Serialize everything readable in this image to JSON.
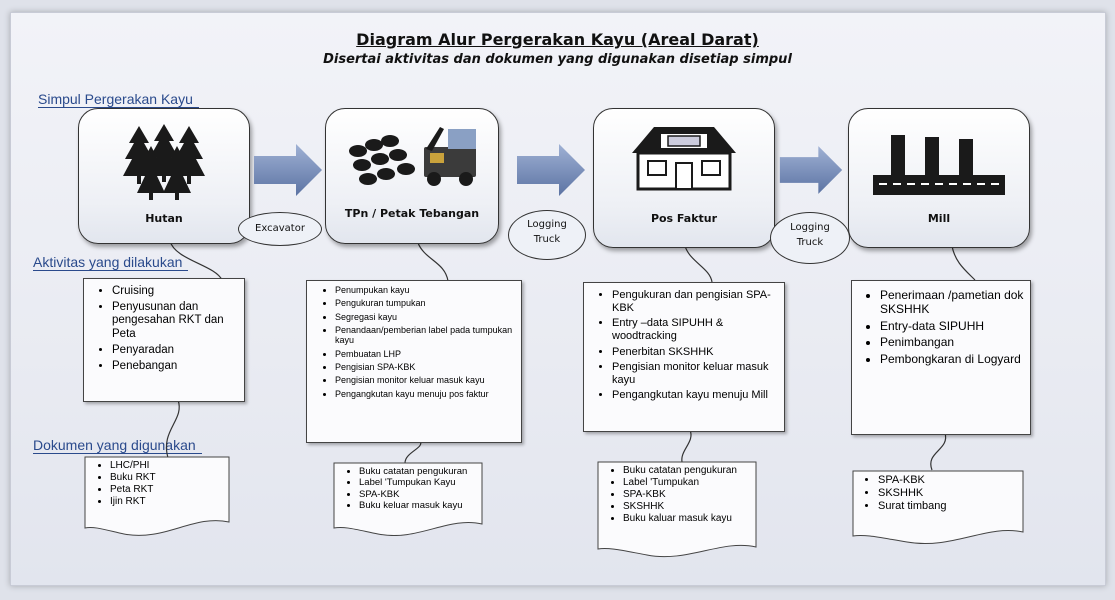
{
  "title": "Diagram Alur Pergerakan Kayu (Areal Darat)",
  "subtitle": "Disertai aktivitas dan dokumen yang digunakan disetiap simpul",
  "sections": {
    "nodes": "Simpul Pergerakan Kayu",
    "activities": "Aktivitas yang dilakukan",
    "documents": "Dokumen yang digunakan"
  },
  "nodes": [
    {
      "label": "Hutan",
      "icon": "forest-icon"
    },
    {
      "label": "TPn / Petak Tebangan",
      "icon": "log-pile-icon"
    },
    {
      "label": "Pos Faktur",
      "icon": "house-icon"
    },
    {
      "label": "Mill",
      "icon": "factory-icon"
    }
  ],
  "transports": [
    {
      "label": "Excavator"
    },
    {
      "line1": "Logging",
      "line2": "Truck"
    },
    {
      "line1": "Logging",
      "line2": "Truck"
    }
  ],
  "activities": [
    [
      "Cruising",
      "Penyusunan dan pengesahan RKT dan Peta",
      "Penyaradan",
      "Penebangan"
    ],
    [
      "Penumpukan kayu",
      "Pengukuran tumpukan",
      "Segregasi kayu",
      "Penandaan/pemberian label pada tumpukan kayu",
      "Pembuatan LHP",
      "Pengisian SPA-KBK",
      "Pengisian monitor keluar masuk kayu",
      "Pengangkutan kayu menuju pos faktur"
    ],
    [
      "Pengukuran dan pengisian SPA-KBK",
      "Entry –data SIPUHH & woodtracking",
      "Penerbitan SKSHHK",
      "Pengisian monitor keluar masuk kayu",
      "Pengangkutan kayu menuju Mill"
    ],
    [
      "Penerimaan /pametian dok SKSHHK",
      "Entry-data SIPUHH",
      "Penimbangan",
      "Pembongkaran di Logyard"
    ]
  ],
  "documents": [
    [
      "LHC/PHI",
      "Buku RKT",
      "Peta RKT",
      "Ijin RKT"
    ],
    [
      "Buku catatan pengukuran",
      "Label 'Tumpukan Kayu",
      "SPA-KBK",
      "Buku keluar masuk kayu"
    ],
    [
      "Buku catatan pengukuran",
      "Label 'Tumpukan",
      "SPA-KBK",
      "SKSHHK",
      "Buku kaluar masuk kayu"
    ],
    [
      "SPA-KBK",
      "SKSHHK",
      "Surat timbang"
    ]
  ],
  "colors": {
    "section": "#2a4a8c",
    "arrow": "#6f86b3",
    "icon": "#1a1a1a"
  }
}
